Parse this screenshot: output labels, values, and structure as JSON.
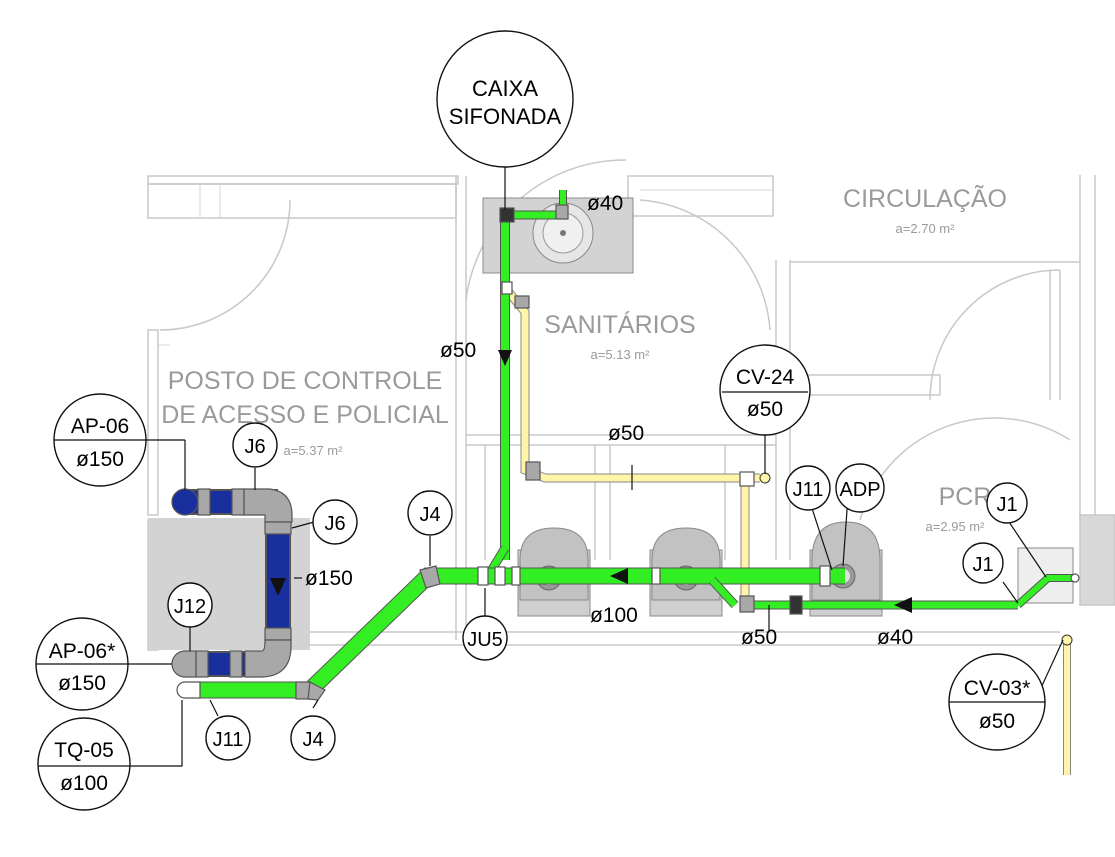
{
  "rooms": {
    "circulacao": {
      "name": "CIRCULAÇÃO",
      "area": "a=2.70 m²"
    },
    "sanitarios": {
      "name": "SANITÁRIOS",
      "area": "a=5.13 m²"
    },
    "posto_line1": "POSTO DE CONTROLE",
    "posto_line2": "DE ACESSO E POLICIAL",
    "posto_area": "a=5.37 m²",
    "pcr": {
      "name": "PCR",
      "area": "a=2.95 m²"
    }
  },
  "bubbles": {
    "caixa_line1": "CAIXA",
    "caixa_line2": "SIFONADA",
    "cv24_top": "CV-24",
    "cv24_bottom": "ø50",
    "ap06_top": "AP-06",
    "ap06_bottom": "ø150",
    "ap06s_top": "AP-06*",
    "ap06s_bottom": "ø150",
    "tq05_top": "TQ-05",
    "tq05_bottom": "ø100",
    "cv03_top": "CV-03*",
    "cv03_bottom": "ø50",
    "j6a": "J6",
    "j6b": "J6",
    "j4a": "J4",
    "j4b": "J4",
    "j12": "J12",
    "j11a": "J11",
    "ju5": "JU5",
    "j1a": "J1",
    "j1b": "J1",
    "j11b": "J11",
    "adp": "ADP"
  },
  "diameters": {
    "d40_top": "ø40",
    "d50_left": "ø50",
    "d50_mid": "ø50",
    "d150": "ø150",
    "d100": "ø100",
    "d50_bottom": "ø50",
    "d40_bottom": "ø40"
  },
  "colors": {
    "pipe_green": "#33ee22",
    "pipe_yellow": "#fff4a8",
    "pipe_blue": "#1a2f9e",
    "fitting_grey": "#a8a8a8"
  }
}
